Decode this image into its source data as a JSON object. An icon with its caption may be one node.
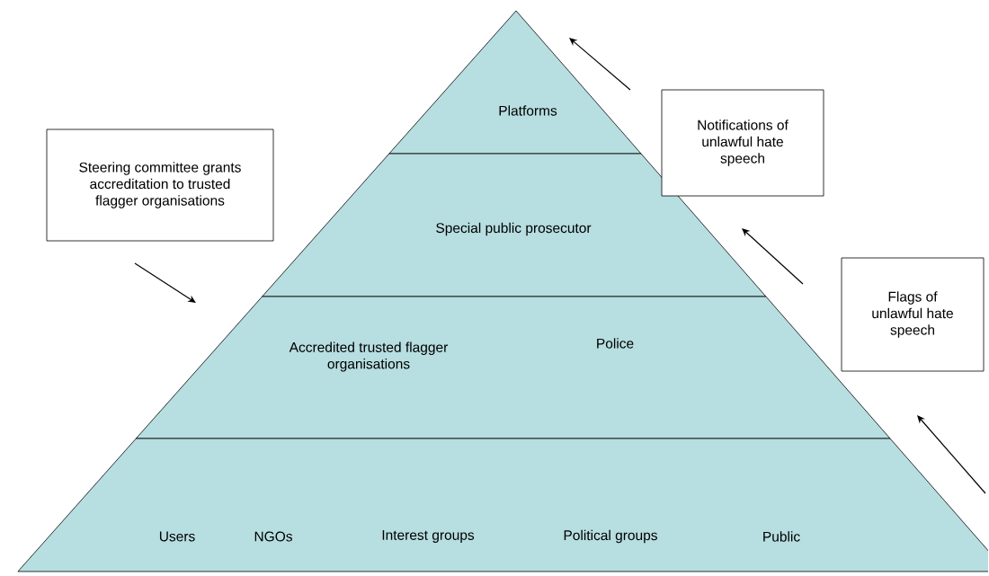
{
  "diagram": {
    "nodes": [
      {
        "text": [
          "Platforms"
        ]
      },
      {
        "text": [
          "Special public prosecutor"
        ]
      },
      {
        "text": [
          "Accredited trusted flagger organisations",
          "Police"
        ]
      },
      {
        "text": [
          "Users",
          "NGOs",
          "Interest groups",
          "Political groups",
          "Public"
        ]
      },
      {
        "text": [
          "Steering committee grants accreditation to trusted flagger organisations"
        ]
      },
      {
        "text": [
          "Notifications of unlawful hate speech"
        ]
      },
      {
        "text": [
          "Flags of unlawful hate speech"
        ]
      }
    ]
  }
}
